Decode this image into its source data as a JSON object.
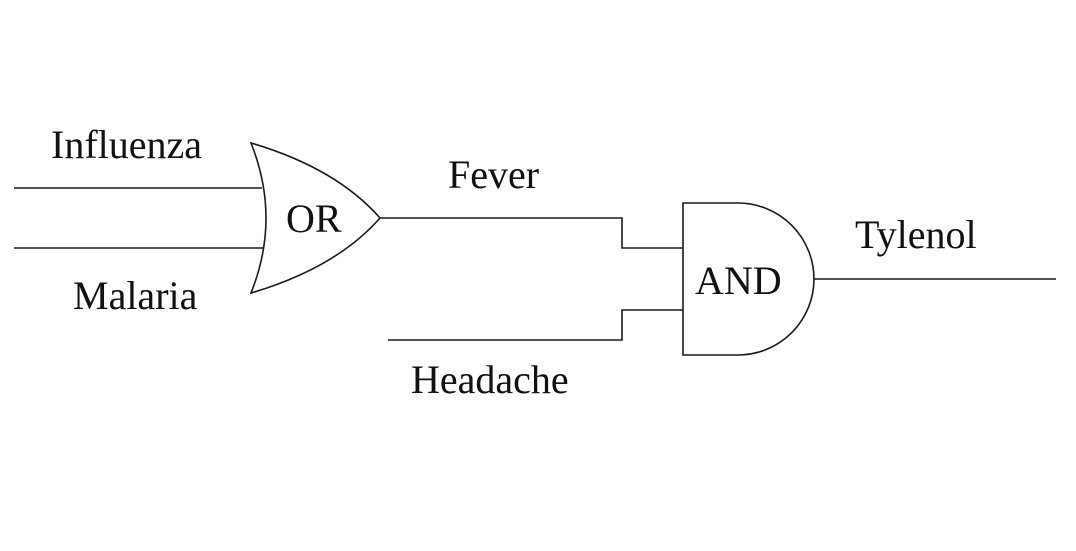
{
  "inputs": {
    "influenza": "Influenza",
    "malaria": "Malaria",
    "headache": "Headache"
  },
  "intermediate": {
    "fever": "Fever"
  },
  "output": {
    "tylenol": "Tylenol"
  },
  "gates": {
    "or_label": "OR",
    "and_label": "AND"
  },
  "colors": {
    "line": "#1a1a1a",
    "text": "#111111",
    "background": "#ffffff"
  }
}
